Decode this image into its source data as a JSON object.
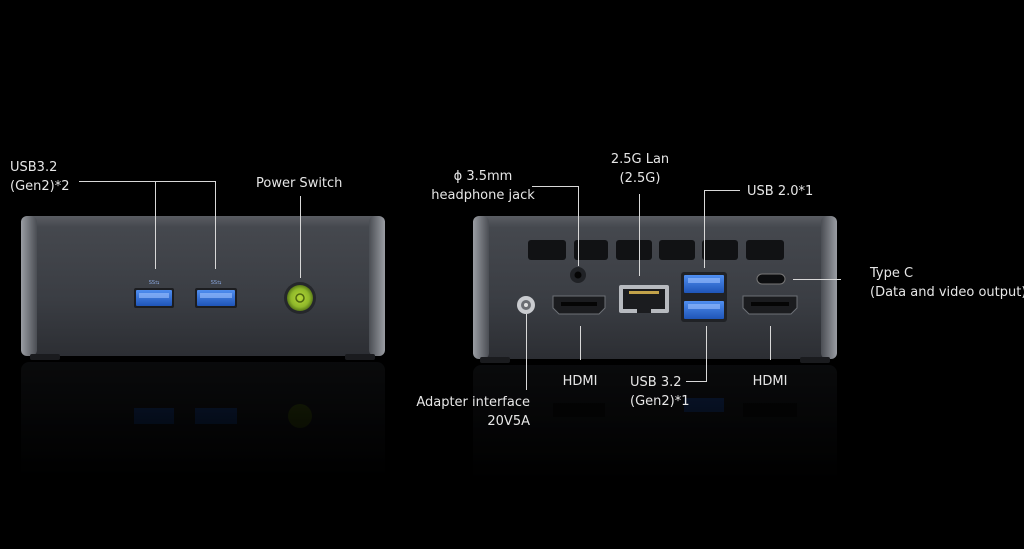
{
  "front_panel": {
    "usb_label_line1": "USB3.2",
    "usb_label_line2": "(Gen2)*2",
    "power_label": "Power Switch"
  },
  "back_panel": {
    "headphone_line1": "ϕ 3.5mm",
    "headphone_line2": "headphone jack",
    "lan_line1": "2.5G Lan",
    "lan_line2": "(2.5G)",
    "usb2_label": "USB 2.0*1",
    "typec_line1": "Type C",
    "typec_line2": "(Data and video output)",
    "adapter_line1": "Adapter interface",
    "adapter_line2": "20V5A",
    "hdmi_left": "HDMI",
    "usb32_line1": "USB 3.2",
    "usb32_line2": "(Gen2)*1",
    "hdmi_right": "HDMI"
  },
  "colors": {
    "background": "#000000",
    "chassis": "#3b3e44",
    "usb_blue": "#2f6fd6",
    "power_button": "#8fb82a"
  }
}
